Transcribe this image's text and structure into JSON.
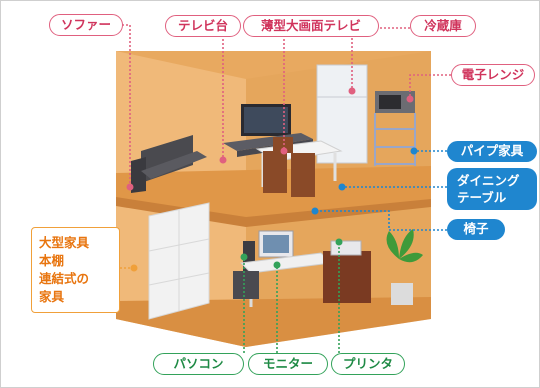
{
  "labels": {
    "sofa": "ソファー",
    "tv_stand": "テレビ台",
    "flat_tv": "薄型大画面テレビ",
    "fridge": "冷蔵庫",
    "microwave": "電子レンジ",
    "pipe_furniture": "パイプ家具",
    "dining_table": "ダイニング\nテーブル",
    "chair": "椅子",
    "large_furniture": "大型家具\n本棚\n連結式の\n家具",
    "pc": "パソコン",
    "monitor": "モニター",
    "printer": "プリンタ"
  },
  "colors": {
    "pink": "#e0607f",
    "blue": "#1f86cf",
    "orange": "#f0a03a",
    "green": "#33a25a",
    "wall": "#e8a85c",
    "floor": "#e39a4a"
  }
}
